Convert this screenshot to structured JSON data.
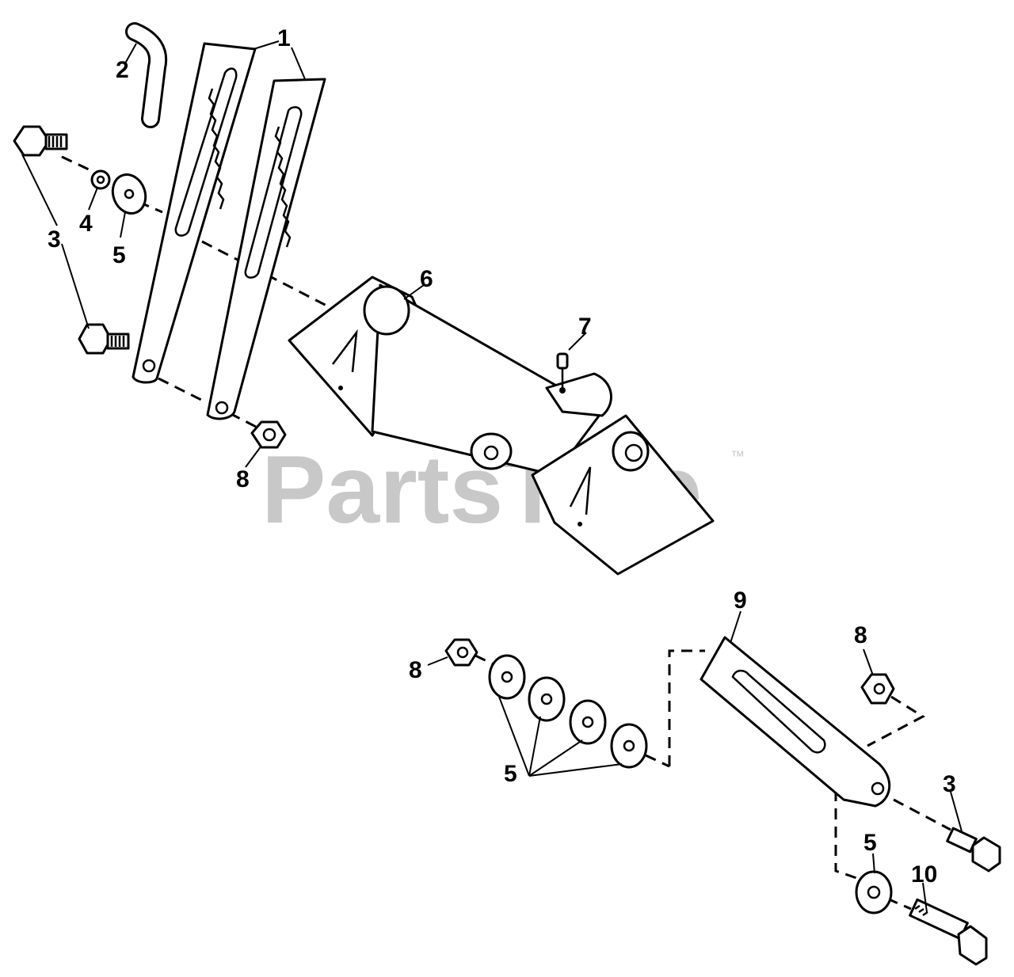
{
  "watermark": {
    "brand": "PartsTree",
    "trademark": "™"
  },
  "callouts": {
    "c1": "1",
    "c2": "2",
    "c3a": "3",
    "c3b": "3",
    "c4": "4",
    "c5a": "5",
    "c5b": "5",
    "c5c": "5",
    "c6": "6",
    "c7": "7",
    "c8a": "8",
    "c8b": "8",
    "c8c": "8",
    "c9": "9",
    "c10": "10"
  }
}
